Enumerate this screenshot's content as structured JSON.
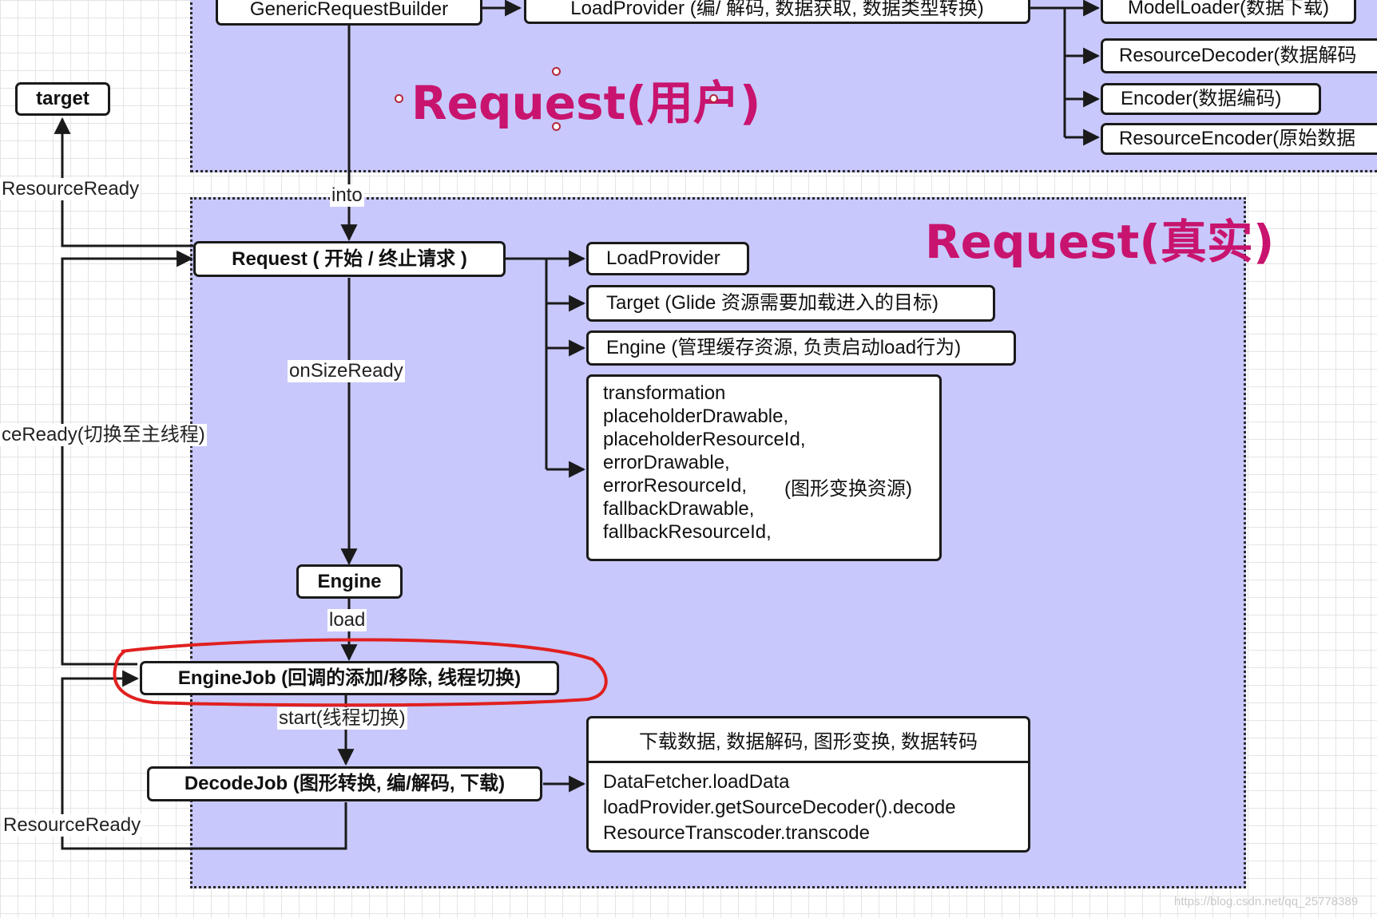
{
  "regions": {
    "request_user": {
      "title": "Request(用户)"
    },
    "request_real": {
      "title": "Request(真实)"
    }
  },
  "nodes": {
    "generic_request_builder": "GenericRequestBuilder",
    "load_provider_top": "LoadProvider (编/ 解码, 数据获取, 数据类型转换)",
    "model_loader": "ModelLoader(数据下载)",
    "resource_decoder": "ResourceDecoder(数据解码",
    "encoder": "Encoder(数据编码)",
    "resource_encoder": "ResourceEncoder(原始数据",
    "target": "target",
    "request": "Request ( 开始 / 终止请求 )",
    "load_provider": "LoadProvider",
    "target_glide": "Target (Glide 资源需要加载进入的目标)",
    "engine_desc": "Engine (管理缓存资源, 负责启动load行为)",
    "transform_box": {
      "lines": [
        "transformation",
        "placeholderDrawable,",
        "placeholderResourceId,",
        "errorDrawable,",
        "errorResourceId,",
        "fallbackDrawable,",
        "fallbackResourceId,"
      ],
      "note": "(图形变换资源)"
    },
    "engine": "Engine",
    "engine_job": "EngineJob (回调的添加/移除, 线程切换)",
    "decode_job": "DecodeJob (图形转换, 编/解码, 下载)",
    "decode_detail": {
      "header": "下载数据, 数据解码, 图形变换, 数据转码",
      "lines": [
        "DataFetcher.loadData",
        "loadProvider.getSourceDecoder().decode",
        "ResourceTranscoder.transcode"
      ]
    }
  },
  "edge_labels": {
    "resource_ready_top": "ResourceReady",
    "into": "into",
    "on_size_ready": "onSizeReady",
    "resource_ready_main": "ceReady(切换至主线程)",
    "load": "load",
    "start": "start(线程切换)",
    "resource_ready_bottom": "ResourceReady"
  },
  "watermark": "https://blog.csdn.net/qq_25778389",
  "colors": {
    "region_fill": "#c8c8fc",
    "title_magenta": "#c8146e",
    "highlight_red": "#e02020"
  }
}
